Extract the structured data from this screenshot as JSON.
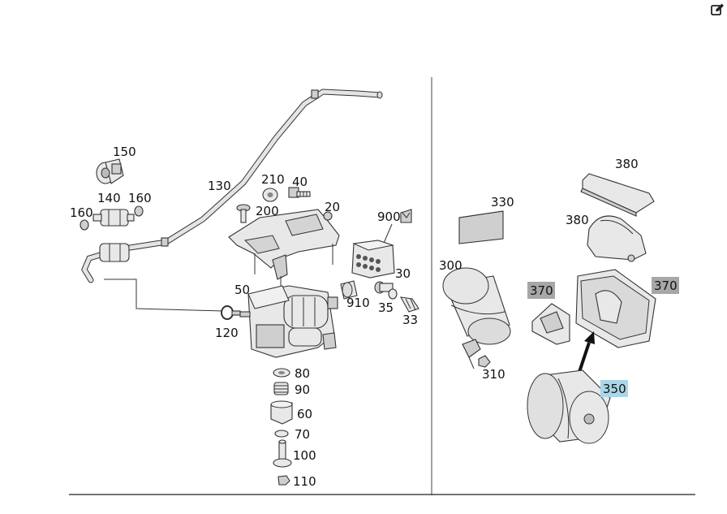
{
  "toolbar": {
    "edit_icon": "edit-icon"
  },
  "labels": {
    "p150": "150",
    "p140": "140",
    "p160a": "160",
    "p160b": "160",
    "p130": "130",
    "p210": "210",
    "p40": "40",
    "p200": "200",
    "p20": "20",
    "p900": "900",
    "p30": "30",
    "p50": "50",
    "p910": "910",
    "p35": "35",
    "p33": "33",
    "p120": "120",
    "p80": "80",
    "p90": "90",
    "p60": "60",
    "p70": "70",
    "p100": "100",
    "p110": "110",
    "p380a": "380",
    "p380b": "380",
    "p330": "330",
    "p300": "300",
    "p370a": "370",
    "p370b": "370",
    "p310": "310",
    "p350": "350"
  },
  "colors": {
    "label_box": "#a7a7a7",
    "selected_box": "#a9d6e8"
  }
}
